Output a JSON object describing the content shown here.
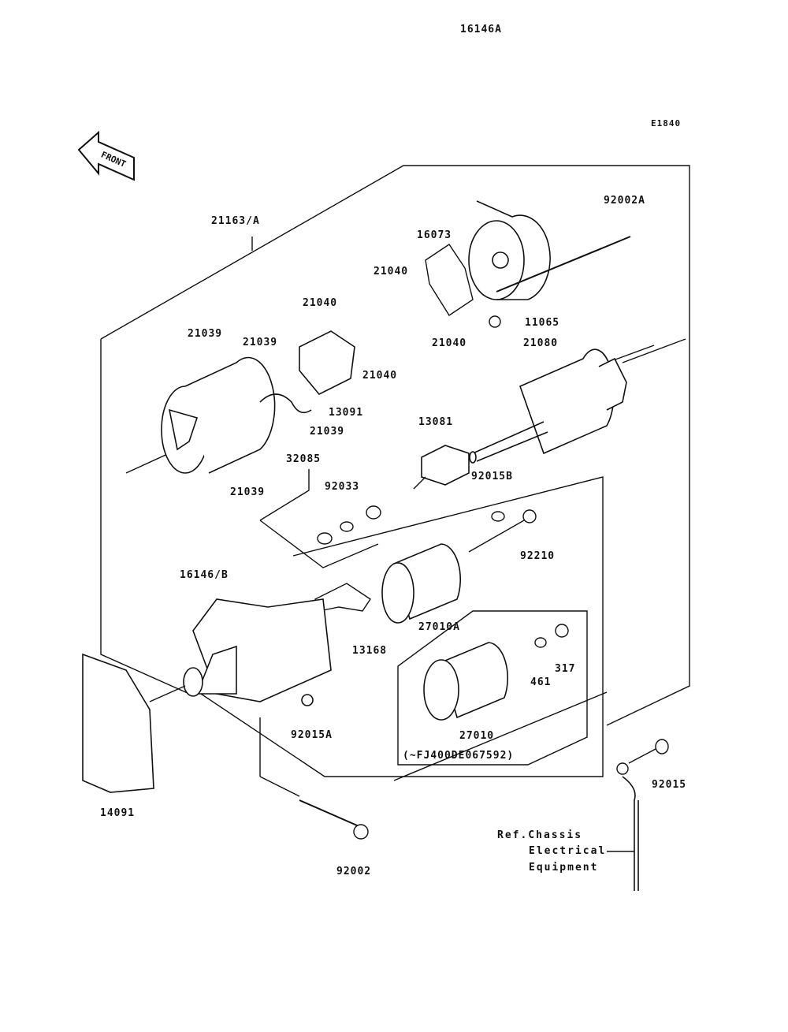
{
  "diagram_code": "E1840",
  "front_arrow": "FRONT",
  "labels": {
    "l21163A": "21163/A",
    "l16146A": "16146A",
    "l92002A": "92002A",
    "l16073": "16073",
    "l21040a": "21040",
    "l21040b": "21040",
    "l21040c": "21040",
    "l21040d": "21040",
    "l11065": "11065",
    "l21039a": "21039",
    "l21039b": "21039",
    "l21039c": "21039",
    "l21039d": "21039",
    "l13091": "13091",
    "l21080": "21080",
    "l13081": "13081",
    "l32085": "32085",
    "l92033": "92033",
    "l92015B": "92015B",
    "l92210": "92210",
    "l16146B": "16146/B",
    "l13168": "13168",
    "l27010A": "27010A",
    "l461": "461",
    "l317": "317",
    "l27010": "27010",
    "serial_note": "(~FJ400DE067592)",
    "l92015A": "92015A",
    "l14091": "14091",
    "l92002": "92002",
    "l92015": "92015"
  },
  "reference": {
    "line1": "Ref.Chassis",
    "line2": "Electrical",
    "line3": "Equipment"
  }
}
